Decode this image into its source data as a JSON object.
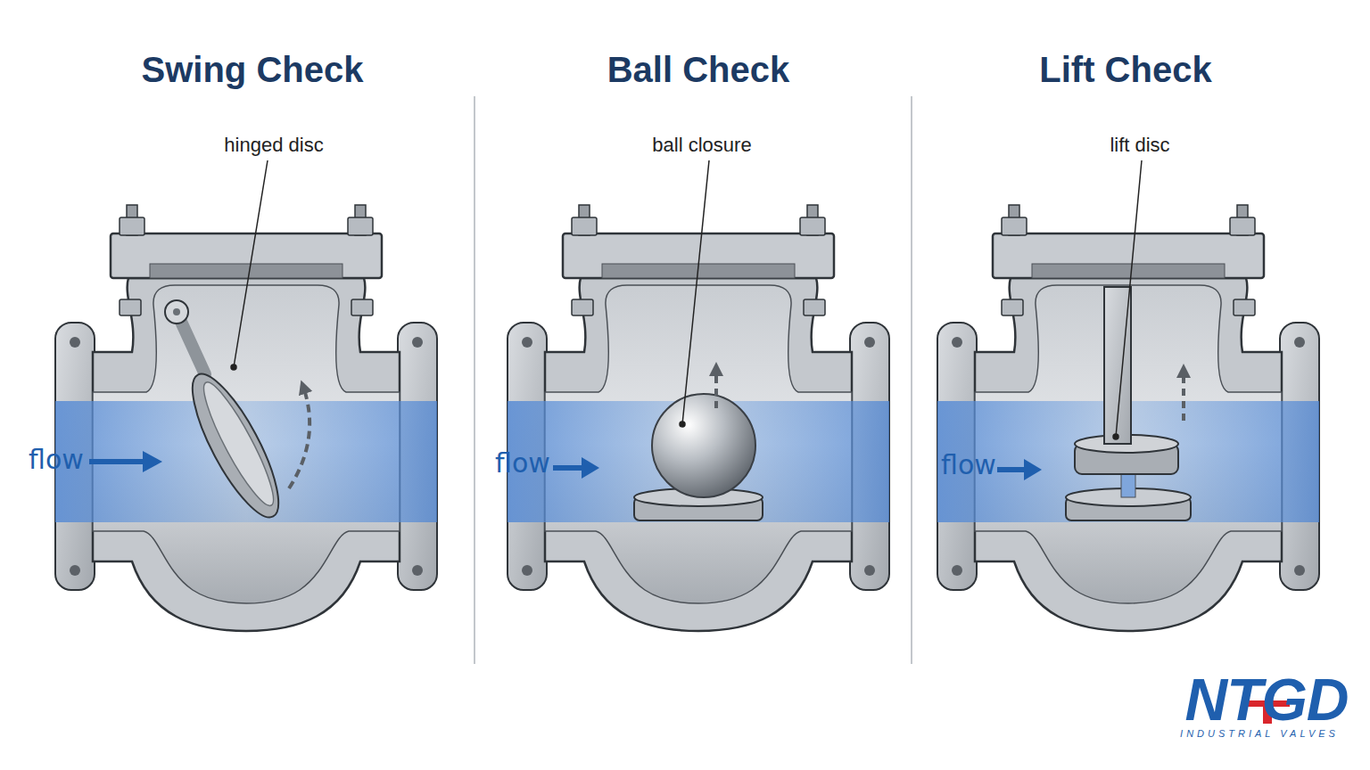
{
  "diagram": {
    "labels": [
      "Swing Check",
      "hinged disc",
      "flow",
      "Ball Check",
      "ball closure",
      "flow",
      "Lift Check",
      "lift disc",
      "flow",
      "NTGD",
      "INDUSTRIAL VALVES"
    ]
  }
}
